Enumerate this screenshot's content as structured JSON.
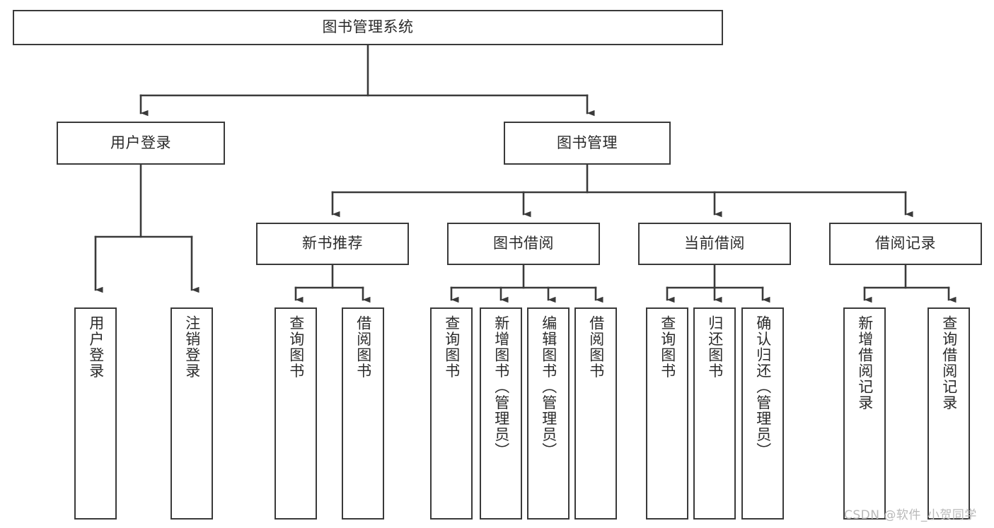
{
  "diagram": {
    "title": "图书管理系统",
    "type": "tree-hierarchy-chart",
    "stroke_color": "#3a3a3a",
    "fill_color": "#ffffff",
    "text_color": "#2b2b2b",
    "background": "#ffffff"
  },
  "watermark": {
    "text": "CSDN @软件_小贺同学",
    "color": "#b9b9b9"
  },
  "nodes": {
    "root": {
      "label": "图书管理系统"
    },
    "level2": [
      {
        "label": "用户登录"
      },
      {
        "label": "图书管理"
      }
    ],
    "level3": [
      {
        "label": "新书推荐"
      },
      {
        "label": "图书借阅"
      },
      {
        "label": "当前借阅"
      },
      {
        "label": "借阅记录"
      }
    ],
    "leaves_user_login": [
      {
        "label": "用户登录"
      },
      {
        "label": "注销登录"
      }
    ],
    "leaves_new_book": [
      {
        "label": "查询图书"
      },
      {
        "label": "借阅图书"
      }
    ],
    "leaves_borrow": [
      {
        "label": "查询图书"
      },
      {
        "label": "新增图书（管理员）"
      },
      {
        "label": "编辑图书（管理员）"
      },
      {
        "label": "借阅图书"
      }
    ],
    "leaves_current": [
      {
        "label": "查询图书"
      },
      {
        "label": "归还图书"
      },
      {
        "label": "确认归还（管理员）"
      }
    ],
    "leaves_record": [
      {
        "label": "新增借阅记录"
      },
      {
        "label": "查询借阅记录"
      }
    ]
  }
}
